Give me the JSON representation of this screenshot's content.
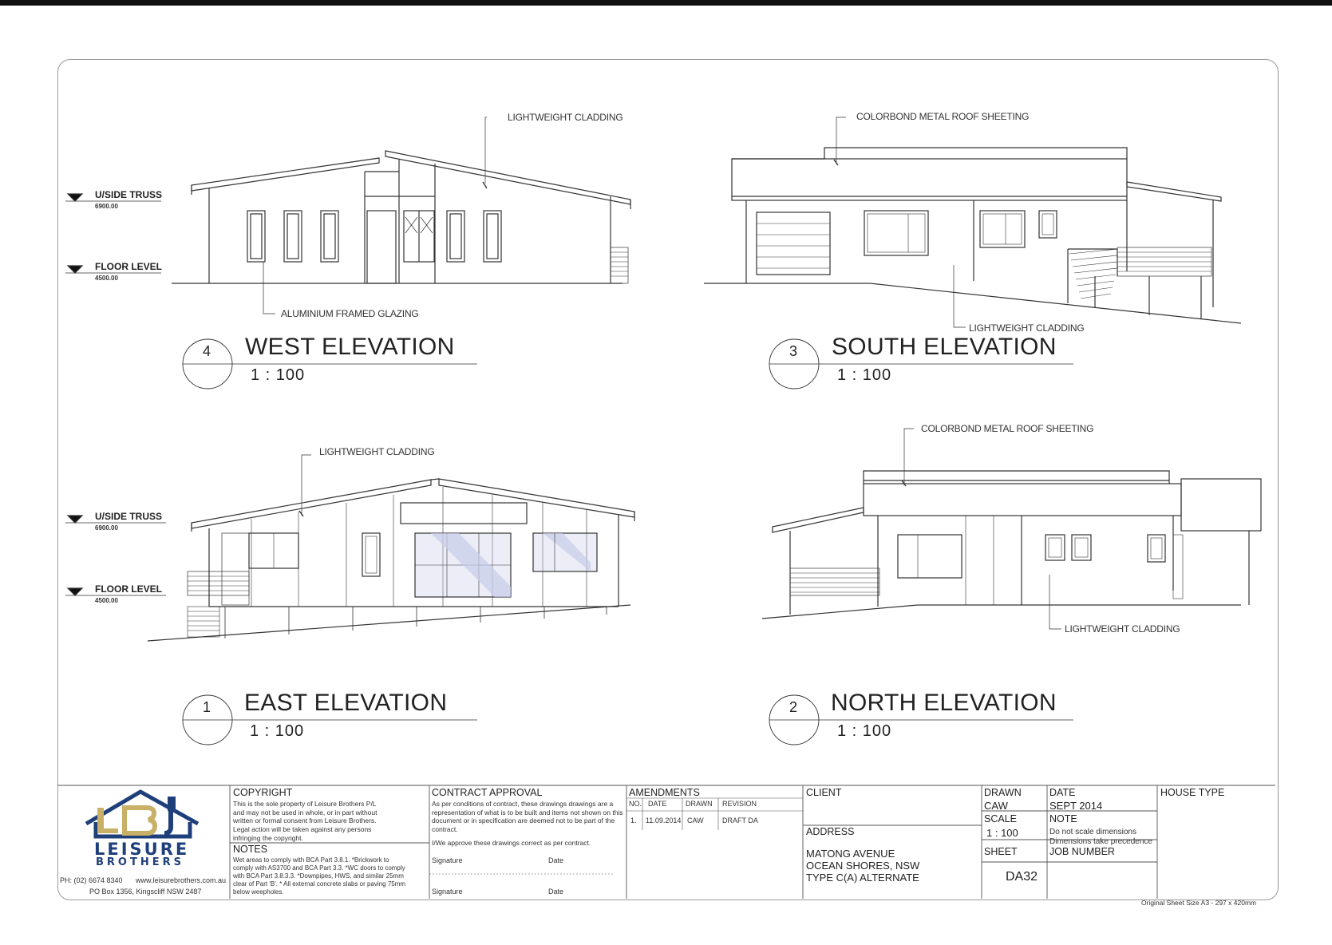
{
  "notes": {
    "west_cladding": "LIGHTWEIGHT CLADDING",
    "west_glazing": "ALUMINIUM FRAMED GLAZING",
    "south_roof": "COLORBOND METAL ROOF SHEETING",
    "south_cladding": "LIGHTWEIGHT CLADDING",
    "east_cladding": "LIGHTWEIGHT CLADDING",
    "north_roof": "COLORBOND METAL ROOF SHEETING",
    "north_cladding": "LIGHTWEIGHT CLADDING"
  },
  "levels": {
    "truss_label": "U/SIDE TRUSS",
    "truss_value": "6900.00",
    "floor_label": "FLOOR LEVEL",
    "floor_value_west": "4500.00",
    "floor_value_east": "4500.00"
  },
  "elevations": {
    "west": {
      "number": "4",
      "title": "WEST ELEVATION",
      "scale": "1 : 100"
    },
    "south": {
      "number": "3",
      "title": "SOUTH ELEVATION",
      "scale": "1 : 100"
    },
    "east": {
      "number": "1",
      "title": "EAST ELEVATION",
      "scale": "1 : 100"
    },
    "north": {
      "number": "2",
      "title": "NORTH ELEVATION",
      "scale": "1 : 100"
    }
  },
  "titleblock": {
    "logo_word_1": "LEISURE",
    "logo_word_2": "BROTHERS",
    "phone": "PH: (02) 6674 8340",
    "website": "www.leisurebrothers.com.au",
    "po_box": "PO Box 1356, Kingscliff NSW 2487",
    "copyright_h": "COPYRIGHT",
    "copyright_text": "This is the sole property of Leisure Brothers P/L and may not be used in whole, or in part without written or formal consent from Leisure Brothers. Legal action will be taken against any persons infringing the copyright.",
    "notes_h": "NOTES",
    "notes_text": "Wet areas to comply with BCA Part 3.8.1. *Brickwork to comply with AS3700 and BCA Part 3.3. *WC doors to comply with BCA Part 3.8.3.3. *Downpipes, HWS, and similar 25mm clear of Part 'B'. * All external concrete slabs or paving 75mm below weepholes.",
    "contract_h": "CONTRACT APPROVAL",
    "contract_text": "As per conditions of contract, these drawings drawings are a representation of what is to be built and items not shown on this document or in specification are deemed not to be part of the contract.",
    "approve_text": "I/We approve these drawings correct as per contract.",
    "signature": "Signature",
    "date_label": "Date",
    "amend_h": "AMENDMENTS",
    "amend_cols": [
      "NO.",
      "DATE",
      "DRAWN",
      "REVISION"
    ],
    "amend_row": [
      "1.",
      "11.09.2014",
      "CAW",
      "DRAFT DA"
    ],
    "client_h": "CLIENT",
    "address_h": "ADDRESS",
    "address_lines": [
      "MATONG AVENUE",
      "OCEAN SHORES, NSW",
      "TYPE C(A) ALTERNATE"
    ],
    "drawn_h": "DRAWN",
    "drawn_v": "CAW",
    "date_h": "DATE",
    "date_v": "SEPT 2014",
    "scale_h": "SCALE",
    "scale_v": "1 : 100",
    "note_h": "NOTE",
    "note_v1": "Do not scale dimensions",
    "note_v2": "Dimensions take precedence",
    "sheet_h": "SHEET",
    "sheet_v": "DA32",
    "job_h": "JOB NUMBER",
    "house_h": "HOUSE TYPE",
    "sheet_size": "Original Sheet Size A3 - 297 x 420mm"
  },
  "colors": {
    "logo_blue": "#1f3f7a",
    "logo_gold": "#c9b068",
    "glass": "#c8cce8"
  }
}
